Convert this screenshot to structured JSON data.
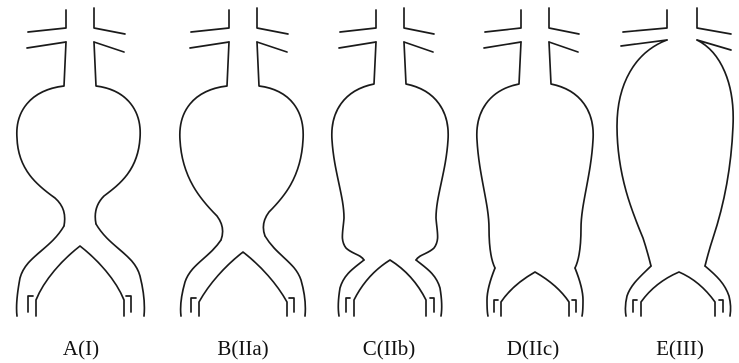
{
  "panels": [
    {
      "id": "A",
      "label": "A(I)"
    },
    {
      "id": "B",
      "label": "B(IIa)"
    },
    {
      "id": "C",
      "label": "C(IIb)"
    },
    {
      "id": "D",
      "label": "D(IIc)"
    },
    {
      "id": "E",
      "label": "E(III)"
    }
  ],
  "colors": {
    "stroke": "#1a1a1a",
    "background": "#ffffff",
    "label_text": "#111111"
  }
}
